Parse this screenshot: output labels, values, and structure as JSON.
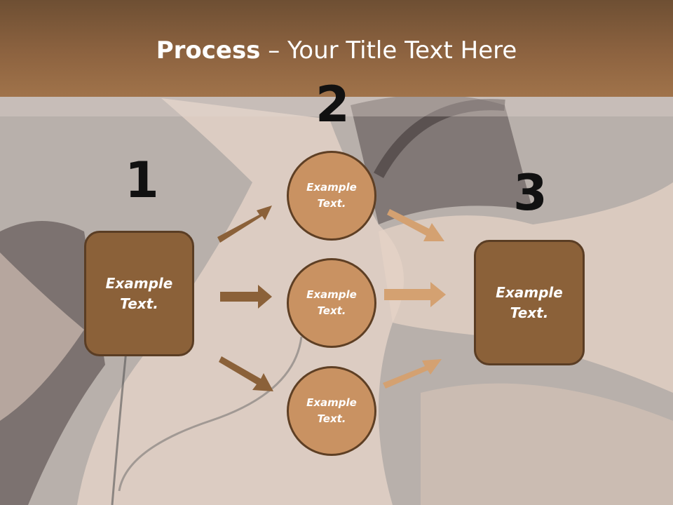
{
  "slide": {
    "title_bold": "Process",
    "title_rest": " – Your Title Text Here",
    "step_numbers": [
      "1",
      "2",
      "3"
    ],
    "box_left_text": [
      "Example",
      "Text."
    ],
    "box_right_text": [
      "Example",
      "Text."
    ],
    "circles": [
      {
        "line1": "Example",
        "line2": "Text."
      },
      {
        "line1": "Example",
        "line2": "Text."
      },
      {
        "line1": "Example",
        "line2": "Text."
      }
    ]
  },
  "colors": {
    "header": "#8d6340",
    "box_fill": "#8b6139",
    "circle_fill": "#c99262",
    "arrow_dark": "#8b6139",
    "arrow_light": "#d4a171"
  }
}
